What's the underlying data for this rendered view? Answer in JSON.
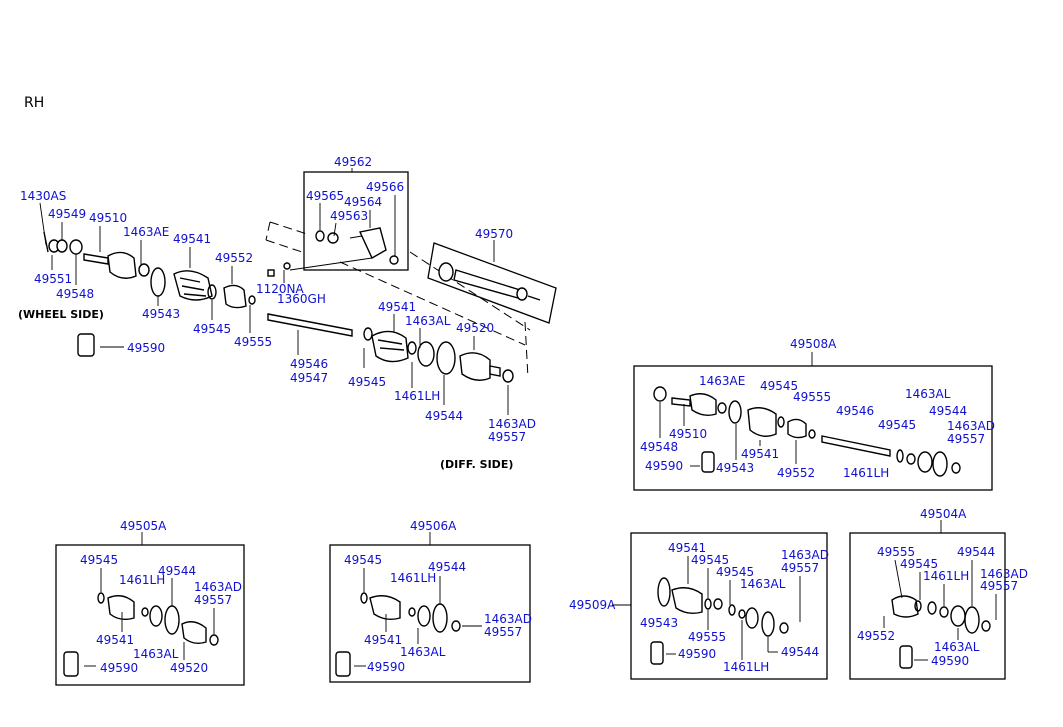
{
  "side": "RH",
  "notes": {
    "wheel_side": "(WHEEL SIDE)",
    "diff_side": "(DIFF. SIDE)"
  },
  "main": {
    "49562": "49562",
    "49565": "49565",
    "49566": "49566",
    "49564": "49564",
    "49563": "49563",
    "49570": "49570",
    "1430AS": "1430AS",
    "49549": "49549",
    "49510": "49510",
    "1463AE": "1463AE",
    "49541a": "49541",
    "49552": "49552",
    "49551": "49551",
    "49548": "49548",
    "49543": "49543",
    "49545a": "49545",
    "49555": "49555",
    "1120NA": "1120NA",
    "1360GH": "1360GH",
    "49546": "49546",
    "49547": "49547",
    "49541b": "49541",
    "1463AL": "1463AL",
    "49520": "49520",
    "49545b": "49545",
    "1461LH": "1461LH",
    "49544": "49544",
    "1463AD": "1463AD",
    "49557": "49557",
    "49590": "49590"
  },
  "kit_49508A": {
    "title": "49508A",
    "labels": [
      "1463AE",
      "49545",
      "49555",
      "49546",
      "1463AL",
      "49545",
      "49544",
      "1463AD",
      "49557",
      "49548",
      "49510",
      "49541",
      "49552",
      "49590",
      "49543",
      "1461LH"
    ]
  },
  "kit_49505A": {
    "title": "49505A",
    "labels": [
      "49545",
      "1461LH",
      "49544",
      "1463AD",
      "49557",
      "49541",
      "1463AL",
      "49520",
      "49590"
    ]
  },
  "kit_49506A": {
    "title": "49506A",
    "labels": [
      "49545",
      "1461LH",
      "49544",
      "1463AD",
      "49557",
      "49541",
      "1463AL",
      "49590"
    ]
  },
  "kit_49509A": {
    "title": "49509A",
    "labels": [
      "49541",
      "49545",
      "49545",
      "1463AD",
      "49557",
      "1463AL",
      "49543",
      "49555",
      "49590",
      "1461LH",
      "49544"
    ]
  },
  "kit_49504A": {
    "title": "49504A",
    "labels": [
      "49555",
      "49545",
      "49544",
      "1461LH",
      "1463AD",
      "49557",
      "49552",
      "1463AL",
      "49590"
    ]
  }
}
